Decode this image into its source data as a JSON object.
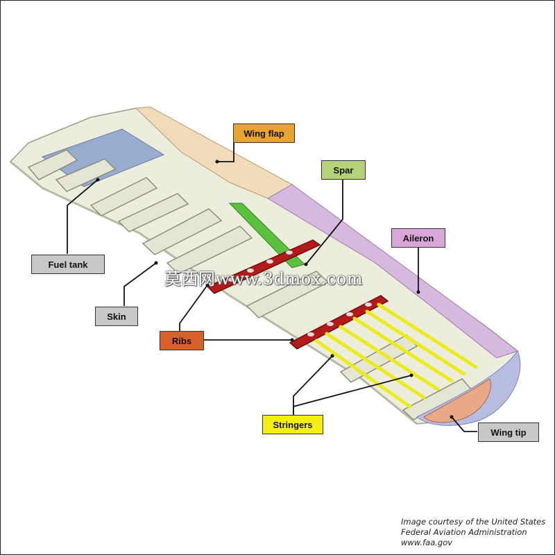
{
  "labels": {
    "wing_flap": "Wing flap",
    "spar": "Spar",
    "aileron": "Aileron",
    "fuel_tank": "Fuel tank",
    "skin": "Skin",
    "ribs": "Ribs",
    "stringers": "Stringers",
    "wing_tip": "Wing tip"
  },
  "label_colors": {
    "wing_flap": "#e8a330",
    "spar": "#b5d277",
    "aileron": "#d8a6d8",
    "fuel_tank": "#c8c8c8",
    "skin": "#c8c8c8",
    "ribs": "#d8602a",
    "stringers": "#f5ef12",
    "wing_tip": "#c8c8c8"
  },
  "part_colors": {
    "skin": "#dcdccc",
    "fuel_tank": "#8fa6cf",
    "flap": "#f0dcba",
    "spar": "#5cc23d",
    "aileron": "#d7b9e0",
    "rib": "#b31a1a",
    "stringer": "#ecec1a",
    "wing_tip_outer": "#b7bde0",
    "wing_tip_inner": "#e9a987"
  },
  "watermark": "莫西网www.3dmox.com",
  "credit": {
    "line1": "Image courtesy of the United States",
    "line2": "Federal Aviation Administration",
    "line3": "www.faa.gov"
  }
}
